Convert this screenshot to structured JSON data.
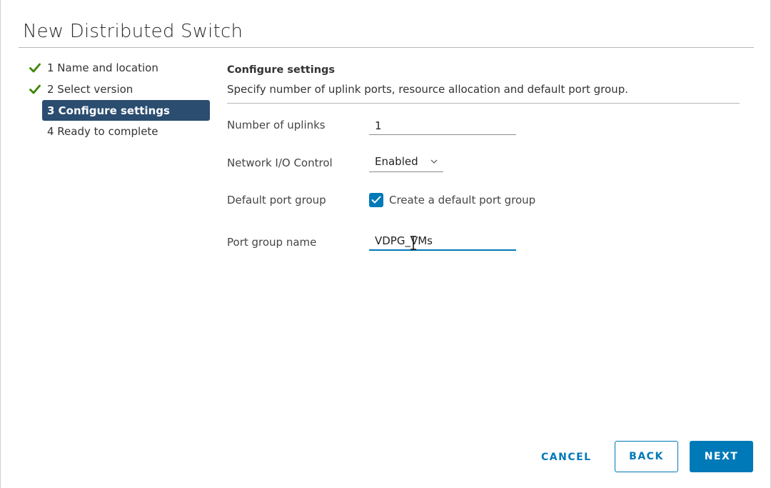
{
  "dialog": {
    "title": "New Distributed Switch"
  },
  "steps": [
    {
      "label": "1 Name and location",
      "status": "complete"
    },
    {
      "label": "2 Select version",
      "status": "complete"
    },
    {
      "label": "3 Configure settings",
      "status": "active"
    },
    {
      "label": "4 Ready to complete",
      "status": "pending"
    }
  ],
  "section": {
    "title": "Configure settings",
    "description": "Specify number of uplink ports, resource allocation and default port group."
  },
  "form": {
    "uplinks_label": "Number of uplinks",
    "uplinks_value": "1",
    "nioc_label": "Network I/O Control",
    "nioc_value": "Enabled",
    "default_pg_label": "Default port group",
    "default_pg_checkbox_label": "Create a default port group",
    "default_pg_checked": true,
    "pg_name_label": "Port group name",
    "pg_name_value": "VDPG_VMs"
  },
  "footer": {
    "cancel_label": "CANCEL",
    "back_label": "BACK",
    "next_label": "NEXT"
  },
  "colors": {
    "accent": "#0079b8",
    "active_step_bg": "#2a4d70",
    "check_green": "#3c8500"
  },
  "icons": [
    "check-icon",
    "chevron-down-icon",
    "checkbox-checked-icon",
    "text-cursor-icon"
  ]
}
